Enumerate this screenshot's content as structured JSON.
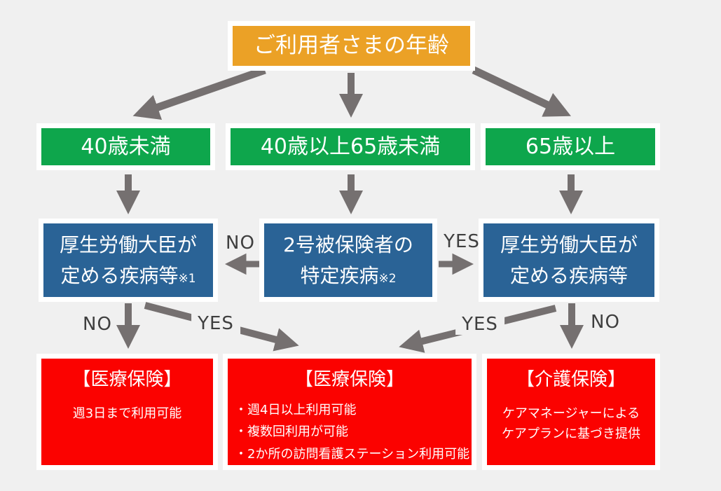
{
  "canvas": {
    "background_color": "#F0F0F0",
    "arrow_color": "#757070",
    "label_color": "#3F3F3F"
  },
  "flowchart": {
    "root": {
      "label": "ご利用者さまの年齢",
      "color": "#EBA126"
    },
    "age_branches": [
      {
        "label": "40歳未満",
        "color": "#0EA64C"
      },
      {
        "label": "40歳以上65歳未満",
        "color": "#0EA64C"
      },
      {
        "label": "65歳以上",
        "color": "#0EA64C"
      }
    ],
    "condition_boxes": [
      {
        "line1": "厚生労働大臣が",
        "line2": "定める疾病等",
        "note": "※1",
        "color": "#2A6396"
      },
      {
        "line1": "2号被保険者の",
        "line2": "特定疾病",
        "note": "※2",
        "color": "#2A6396"
      },
      {
        "line1": "厚生労働大臣が",
        "line2": "定める疾病等",
        "note": "",
        "color": "#2A6396"
      }
    ],
    "edge_labels": {
      "mid_no": "NO",
      "mid_yes": "YES",
      "left_bottom_no": "NO",
      "left_bottom_yes": "YES",
      "right_bottom_yes": "YES",
      "right_bottom_no": "NO"
    },
    "outcome_boxes": [
      {
        "title": "【医療保険】",
        "lines": [
          "週3日まで利用可能"
        ],
        "color": "#FB0200"
      },
      {
        "title": "【医療保険】",
        "lines": [
          "・週4日以上利用可能",
          "・複数回利用が可能",
          "・2か所の訪問看護ステーション利用可能"
        ],
        "color": "#FB0200"
      },
      {
        "title": "【介護保険】",
        "lines": [
          "ケアマネージャーによる",
          "ケアプランに基づき提供"
        ],
        "color": "#FB0200"
      }
    ]
  }
}
